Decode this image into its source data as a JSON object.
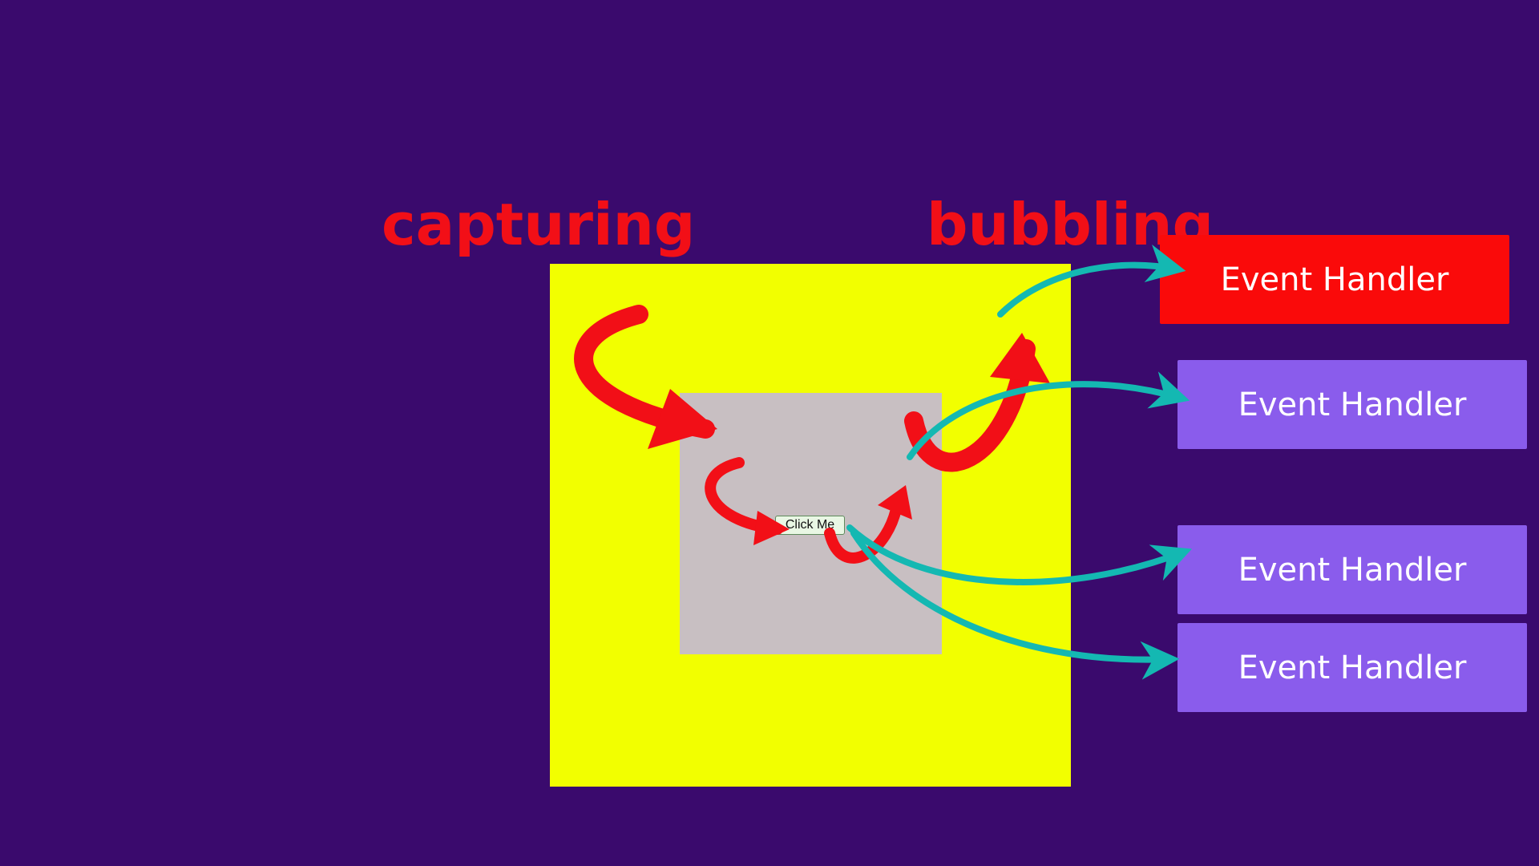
{
  "labels": {
    "capturing": "capturing",
    "bubbling": "bubbling"
  },
  "button": {
    "label": "Click Me"
  },
  "handlers": [
    {
      "label": "Event Handler",
      "color": "#fa0a0a"
    },
    {
      "label": "Event Handler",
      "color": "#8a5cec"
    },
    {
      "label": "Event Handler",
      "color": "#8a5cec"
    },
    {
      "label": "Event Handler",
      "color": "#8a5cec"
    }
  ],
  "colors": {
    "background": "#3a0a6d",
    "outer_box": "#f2ff00",
    "inner_box": "#c8bfc2",
    "arrow_red": "#f20f17",
    "arrow_teal": "#14b8b2",
    "label_red": "#f20f17"
  }
}
